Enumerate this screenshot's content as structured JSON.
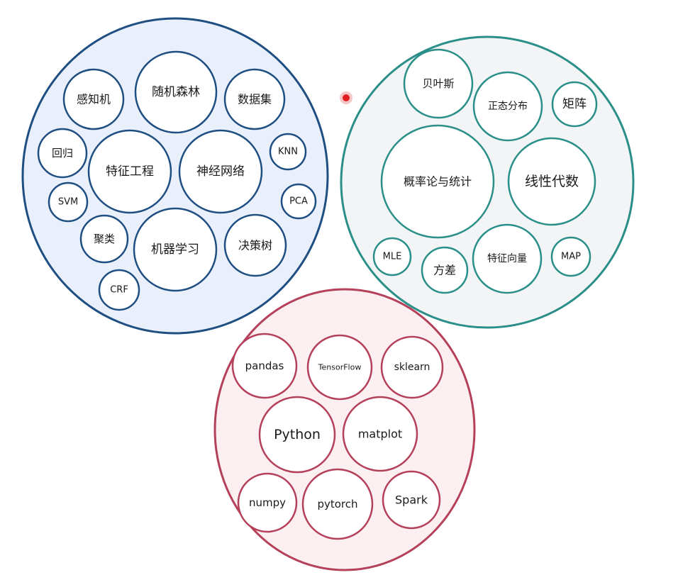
{
  "pointer": {
    "color": "#e02020"
  },
  "groups": [
    {
      "id": "ml",
      "fill": "#e9f0fb",
      "stroke": "#1f4f82",
      "items": [
        {
          "label": "感知机"
        },
        {
          "label": "随机森林"
        },
        {
          "label": "数据集"
        },
        {
          "label": "回归"
        },
        {
          "label": "特征工程"
        },
        {
          "label": "神经网络"
        },
        {
          "label": "KNN"
        },
        {
          "label": "SVM"
        },
        {
          "label": "PCA"
        },
        {
          "label": "聚类"
        },
        {
          "label": "机器学习"
        },
        {
          "label": "决策树"
        },
        {
          "label": "CRF"
        }
      ]
    },
    {
      "id": "math",
      "fill": "#f3f4f5",
      "stroke": "#2a8f88",
      "items": [
        {
          "label": "贝叶斯"
        },
        {
          "label": "正态分布"
        },
        {
          "label": "矩阵"
        },
        {
          "label": "概率论与统计"
        },
        {
          "label": "线性代数"
        },
        {
          "label": "MLE"
        },
        {
          "label": "方差"
        },
        {
          "label": "特征向量"
        },
        {
          "label": "MAP"
        }
      ]
    },
    {
      "id": "tools",
      "fill": "#fbeff1",
      "stroke": "#b5405a",
      "items": [
        {
          "label": "pandas"
        },
        {
          "label": "TensorFlow"
        },
        {
          "label": "sklearn"
        },
        {
          "label": "Python"
        },
        {
          "label": "matplot"
        },
        {
          "label": "numpy"
        },
        {
          "label": "pytorch"
        },
        {
          "label": "Spark"
        }
      ]
    }
  ]
}
